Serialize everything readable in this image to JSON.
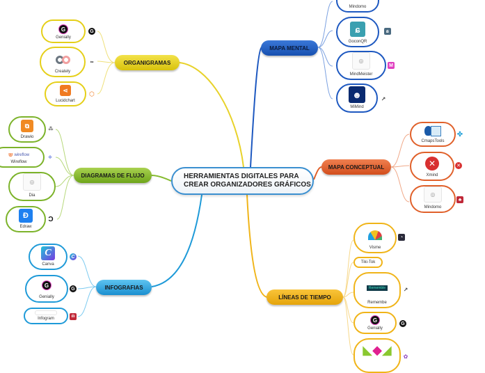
{
  "central": {
    "line1": "HERRAMIENTAS DIGITALES PARA",
    "line2": "CREAR ORGANIZADORES GRÁFICOS"
  },
  "branches": {
    "organigramas": {
      "label": "ORGANIGRAMAS",
      "color": "#e0c815",
      "leaves": [
        "Genially",
        "Creately",
        "Lucidchart"
      ]
    },
    "diagramas": {
      "label": "DIAGRAMAS DE FLUJO",
      "color": "#86bb30",
      "leaves": [
        "Drawio",
        "Wireflow",
        "Dia",
        "Edraw"
      ]
    },
    "infografias": {
      "label": "INFOGRAFIAS",
      "color": "#1e9ad8",
      "leaves": [
        "Canva",
        "Genially",
        "Infogram"
      ]
    },
    "mapa_mental": {
      "label": "MAPA MENTAL",
      "color": "#1d58c0",
      "leaves": [
        "Mindomo",
        "GoconQR",
        "MindMeister",
        "MiMind"
      ]
    },
    "mapa_conceptual": {
      "label": "MAPA CONCEPTUAL",
      "color": "#e0602a",
      "leaves": [
        "CmapsTools",
        "Xmind",
        "Mindomo"
      ]
    },
    "lineas": {
      "label": "LÍNEAS DE TIEMPO",
      "color": "#f0b418",
      "leaves": [
        "Visme",
        "Tiki-Tok",
        "Remembe",
        "Genially",
        ""
      ]
    }
  },
  "logos": {
    "wireflow_text": "wireflow",
    "remembe_text": "Rememble",
    "canva_letter": "C",
    "genially_letter": "G"
  }
}
